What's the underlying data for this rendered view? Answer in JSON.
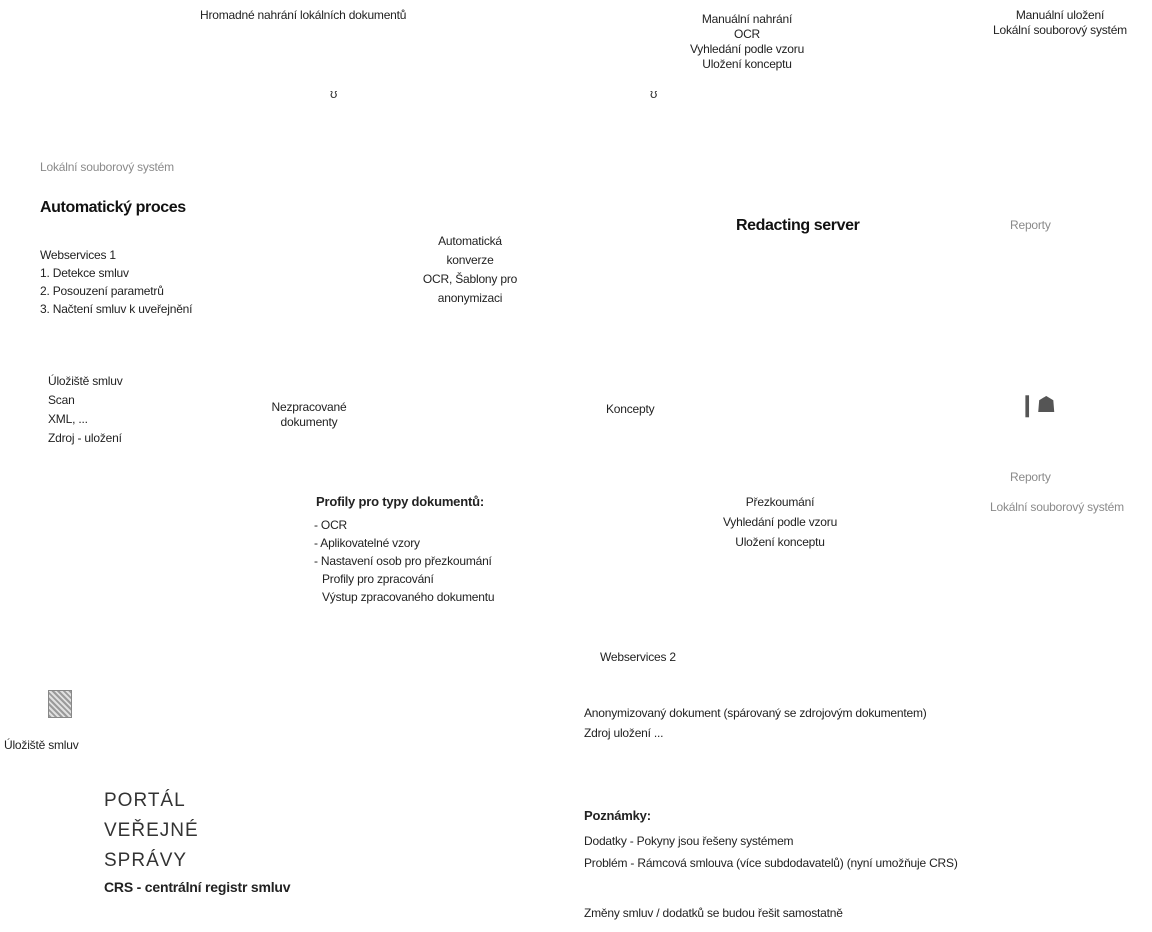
{
  "top": {
    "bulk_upload": "Hromadné nahrání lokálních dokumentů",
    "manual_block": [
      "Manuální nahrání",
      "OCR",
      "Vyhledání podle vzoru",
      "Uložení konceptu"
    ],
    "manual_save_block": [
      "Manuální uložení",
      "Lokální souborový systém"
    ],
    "faint_caption": "Lokální souborový systém"
  },
  "auto_process": {
    "heading": "Automatický proces",
    "items": [
      "Webservices 1",
      "1. Detekce smluv",
      "2. Posouzení parametrů",
      "3. Načtení smluv k uveřejnění"
    ]
  },
  "storage": {
    "items": [
      "Úložiště smluv",
      "Scan",
      "XML, ...",
      "Zdroj - uložení"
    ]
  },
  "nodes": {
    "unprocessed": [
      "Nezpracované",
      "dokumenty"
    ],
    "auto_conversion": [
      "Automatická",
      "konverze",
      "OCR, Šablony pro",
      "anonymizaci"
    ],
    "drafts": "Koncepty",
    "redacting_server": "Redacting server",
    "reports": "Reporty",
    "faint_right_1": "Reporty",
    "faint_right_2": "Lokální souborový systém"
  },
  "profiles": {
    "heading": "Profily pro typy dokumentů:",
    "items": [
      "- OCR",
      "- Aplikovatelné vzory",
      "- Nastavení osob pro přezkoumání",
      "Profily pro zpracování",
      "Výstup zpracovaného dokumentu"
    ]
  },
  "review": {
    "items": [
      "Přezkoumání",
      "Vyhledání podle vzoru",
      "Uložení konceptu"
    ]
  },
  "webservices2": {
    "label": "Webservices 2"
  },
  "bottom": {
    "storage_label": "Úložiště smluv"
  },
  "anonymized": {
    "items": [
      "Anonymizovaný dokument (spárovaný se zdrojovým dokumentem)",
      "Zdroj uložení ..."
    ]
  },
  "portal": {
    "title": [
      "PORTÁL",
      "VEŘEJNÉ",
      "SPRÁVY"
    ],
    "crs": "CRS - centrální registr smluv"
  },
  "notes": {
    "heading": "Poznámky:",
    "items": [
      "Dodatky - Pokyny jsou řešeny systémem",
      "Problém - Rámcová smlouva (více subdodavatelů) (nyní umožňuje CRS)"
    ],
    "footer": "Změny smluv / dodatků se budou řešit samostatně"
  },
  "colors": {
    "text": "#1a1a1a",
    "faint": "#8a8a8a",
    "lines": "#555555",
    "background": "#ffffff"
  }
}
